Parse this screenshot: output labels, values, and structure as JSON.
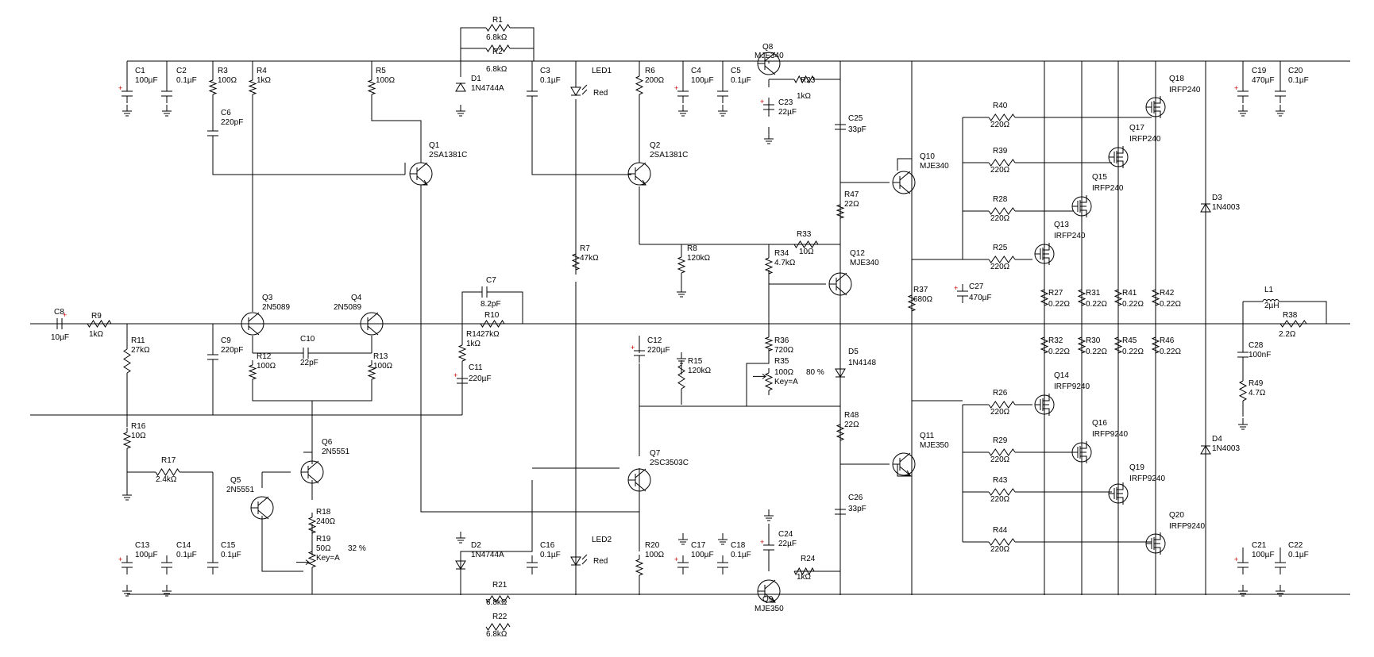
{
  "components": [
    {
      "ref": "C1",
      "value": "100µF",
      "kind": "cap-pol"
    },
    {
      "ref": "C2",
      "value": "0.1µF",
      "kind": "cap"
    },
    {
      "ref": "R3",
      "value": "100Ω",
      "kind": "res"
    },
    {
      "ref": "R4",
      "value": "1kΩ",
      "kind": "res"
    },
    {
      "ref": "R5",
      "value": "100Ω",
      "kind": "res"
    },
    {
      "ref": "C6",
      "value": "220pF",
      "kind": "cap"
    },
    {
      "ref": "R1",
      "value": "6.8kΩ",
      "kind": "res"
    },
    {
      "ref": "R2",
      "value": "6.8kΩ",
      "kind": "res"
    },
    {
      "ref": "D1",
      "value": "1N4744A",
      "kind": "zener"
    },
    {
      "ref": "C3",
      "value": "0.1µF",
      "kind": "cap"
    },
    {
      "ref": "LED1",
      "value": "Red",
      "kind": "led"
    },
    {
      "ref": "R6",
      "value": "200Ω",
      "kind": "res"
    },
    {
      "ref": "C4",
      "value": "100µF",
      "kind": "cap-pol"
    },
    {
      "ref": "C5",
      "value": "0.1µF",
      "kind": "cap"
    },
    {
      "ref": "Q8",
      "value": "MJE340",
      "kind": "npn"
    },
    {
      "ref": "R23",
      "value": "1kΩ",
      "kind": "res"
    },
    {
      "ref": "C23",
      "value": "22µF",
      "kind": "cap-pol"
    },
    {
      "ref": "C25",
      "value": "33pF",
      "kind": "cap"
    },
    {
      "ref": "Q1",
      "value": "2SA1381C",
      "kind": "pnp"
    },
    {
      "ref": "Q2",
      "value": "2SA1381C",
      "kind": "pnp"
    },
    {
      "ref": "Q10",
      "value": "MJE340",
      "kind": "npn"
    },
    {
      "ref": "R47",
      "value": "22Ω",
      "kind": "res"
    },
    {
      "ref": "R7",
      "value": "47kΩ",
      "kind": "res"
    },
    {
      "ref": "R8",
      "value": "120kΩ",
      "kind": "res"
    },
    {
      "ref": "R33",
      "value": "10Ω",
      "kind": "res"
    },
    {
      "ref": "R34",
      "value": "4.7kΩ",
      "kind": "res"
    },
    {
      "ref": "Q12",
      "value": "MJE340",
      "kind": "npn"
    },
    {
      "ref": "R37",
      "value": "680Ω",
      "kind": "res"
    },
    {
      "ref": "C27",
      "value": "470µF",
      "kind": "cap-pol"
    },
    {
      "ref": "Q3",
      "value": "2N5089",
      "kind": "npn"
    },
    {
      "ref": "Q4",
      "value": "2N5089",
      "kind": "npn"
    },
    {
      "ref": "C7",
      "value": "8.2pF",
      "kind": "cap"
    },
    {
      "ref": "R10",
      "value": "27kΩ",
      "kind": "res"
    },
    {
      "ref": "R14",
      "value": "1kΩ",
      "kind": "res"
    },
    {
      "ref": "C8",
      "value": "10µF",
      "kind": "cap-pol"
    },
    {
      "ref": "R9",
      "value": "1kΩ",
      "kind": "res"
    },
    {
      "ref": "R11",
      "value": "27kΩ",
      "kind": "res"
    },
    {
      "ref": "C9",
      "value": "220pF",
      "kind": "cap"
    },
    {
      "ref": "C10",
      "value": "22pF",
      "kind": "cap"
    },
    {
      "ref": "R12",
      "value": "100Ω",
      "kind": "res"
    },
    {
      "ref": "R13",
      "value": "100Ω",
      "kind": "res"
    },
    {
      "ref": "C11",
      "value": "220µF",
      "kind": "cap-pol"
    },
    {
      "ref": "C12",
      "value": "220µF",
      "kind": "cap-pol"
    },
    {
      "ref": "R15",
      "value": "120kΩ",
      "kind": "res"
    },
    {
      "ref": "R36",
      "value": "720Ω",
      "kind": "res"
    },
    {
      "ref": "R35",
      "value": "100Ω",
      "kind": "pot"
    },
    {
      "ref": "D5",
      "value": "1N4148",
      "kind": "diode"
    },
    {
      "ref": "R48",
      "value": "22Ω",
      "kind": "res"
    },
    {
      "ref": "Q11",
      "value": "MJE350",
      "kind": "pnp"
    },
    {
      "ref": "R16",
      "value": "10Ω",
      "kind": "res"
    },
    {
      "ref": "R17",
      "value": "2.4kΩ",
      "kind": "res"
    },
    {
      "ref": "Q6",
      "value": "2N5551",
      "kind": "npn"
    },
    {
      "ref": "Q5",
      "value": "2N5551",
      "kind": "npn"
    },
    {
      "ref": "R18",
      "value": "240Ω",
      "kind": "res"
    },
    {
      "ref": "R19",
      "value": "50Ω",
      "kind": "pot"
    },
    {
      "ref": "Q7",
      "value": "2SC3503C",
      "kind": "npn"
    },
    {
      "ref": "C26",
      "value": "33pF",
      "kind": "cap"
    },
    {
      "ref": "C24",
      "value": "22µF",
      "kind": "cap-pol"
    },
    {
      "ref": "R24",
      "value": "1kΩ",
      "kind": "res"
    },
    {
      "ref": "Q9",
      "value": "MJE350",
      "kind": "pnp"
    },
    {
      "ref": "C13",
      "value": "100µF",
      "kind": "cap-pol"
    },
    {
      "ref": "C14",
      "value": "0.1µF",
      "kind": "cap"
    },
    {
      "ref": "C15",
      "value": "0.1µF",
      "kind": "cap"
    },
    {
      "ref": "D2",
      "value": "1N4744A",
      "kind": "zener"
    },
    {
      "ref": "C16",
      "value": "0.1µF",
      "kind": "cap"
    },
    {
      "ref": "LED2",
      "value": "Red",
      "kind": "led"
    },
    {
      "ref": "R20",
      "value": "100Ω",
      "kind": "res"
    },
    {
      "ref": "C17",
      "value": "100µF",
      "kind": "cap-pol"
    },
    {
      "ref": "C18",
      "value": "0.1µF",
      "kind": "cap"
    },
    {
      "ref": "R21",
      "value": "6.8kΩ",
      "kind": "res"
    },
    {
      "ref": "R22",
      "value": "6.8kΩ",
      "kind": "res"
    },
    {
      "ref": "R40",
      "value": "220Ω",
      "kind": "res"
    },
    {
      "ref": "R39",
      "value": "220Ω",
      "kind": "res"
    },
    {
      "ref": "R28",
      "value": "220Ω",
      "kind": "res"
    },
    {
      "ref": "R25",
      "value": "220Ω",
      "kind": "res"
    },
    {
      "ref": "R26",
      "value": "220Ω",
      "kind": "res"
    },
    {
      "ref": "R29",
      "value": "220Ω",
      "kind": "res"
    },
    {
      "ref": "R43",
      "value": "220Ω",
      "kind": "res"
    },
    {
      "ref": "R44",
      "value": "220Ω",
      "kind": "res"
    },
    {
      "ref": "Q18",
      "value": "IRFP240",
      "kind": "mos"
    },
    {
      "ref": "Q17",
      "value": "IRFP240",
      "kind": "mos"
    },
    {
      "ref": "Q15",
      "value": "IRFP240",
      "kind": "mos"
    },
    {
      "ref": "Q13",
      "value": "IRFP240",
      "kind": "mos"
    },
    {
      "ref": "Q14",
      "value": "IRFP9240",
      "kind": "mos"
    },
    {
      "ref": "Q16",
      "value": "IRFP9240",
      "kind": "mos"
    },
    {
      "ref": "Q19",
      "value": "IRFP9240",
      "kind": "mos"
    },
    {
      "ref": "Q20",
      "value": "IRFP9240",
      "kind": "mos"
    },
    {
      "ref": "R27",
      "value": "0.22Ω",
      "kind": "res"
    },
    {
      "ref": "R31",
      "value": "0.22Ω",
      "kind": "res"
    },
    {
      "ref": "R41",
      "value": "0.22Ω",
      "kind": "res"
    },
    {
      "ref": "R42",
      "value": "0.22Ω",
      "kind": "res"
    },
    {
      "ref": "R32",
      "value": "0.22Ω",
      "kind": "res"
    },
    {
      "ref": "R30",
      "value": "0.22Ω",
      "kind": "res"
    },
    {
      "ref": "R45",
      "value": "0.22Ω",
      "kind": "res"
    },
    {
      "ref": "R46",
      "value": "0.22Ω",
      "kind": "res"
    },
    {
      "ref": "C19",
      "value": "470µF",
      "kind": "cap-pol"
    },
    {
      "ref": "C20",
      "value": "0.1µF",
      "kind": "cap"
    },
    {
      "ref": "D3",
      "value": "1N4003",
      "kind": "diode"
    },
    {
      "ref": "D4",
      "value": "1N4003",
      "kind": "diode"
    },
    {
      "ref": "L1",
      "value": "2µH",
      "kind": "ind"
    },
    {
      "ref": "R38",
      "value": "2.2Ω",
      "kind": "res"
    },
    {
      "ref": "C28",
      "value": "100nF",
      "kind": "cap"
    },
    {
      "ref": "R49",
      "value": "4.7Ω",
      "kind": "res"
    },
    {
      "ref": "C21",
      "value": "100µF",
      "kind": "cap-pol"
    },
    {
      "ref": "C22",
      "value": "0.1µF",
      "kind": "cap"
    }
  ],
  "pots": [
    {
      "ref": "R35",
      "key": "Key=A",
      "percent": "80 %",
      "setting": 0.8
    },
    {
      "ref": "R19",
      "key": "Key=A",
      "percent": "32 %",
      "setting": 0.32
    }
  ],
  "polarity_mark": "+"
}
